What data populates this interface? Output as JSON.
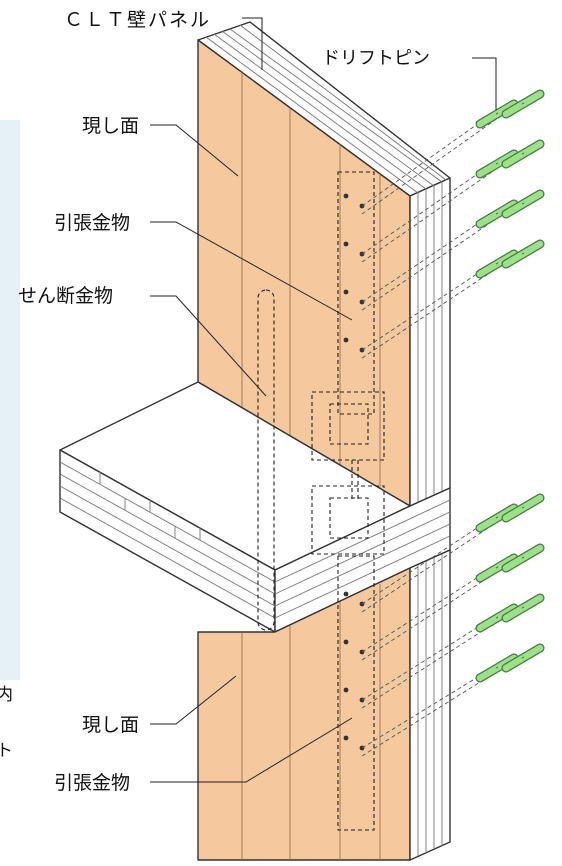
{
  "labels": {
    "panel": "ＣＬＴ壁パネル",
    "pin": "ドリフトピン",
    "face_top": "現し面",
    "tension_top": "引張金物",
    "shear": "せん断金物",
    "face_bottom": "現し面",
    "tension_bottom": "引張金物",
    "edge_fragment_1": "内",
    "edge_fragment_2": "ト"
  },
  "colors": {
    "wood_face": "#F5C89E",
    "line": "#333333",
    "pin_fill": "#9EE08A",
    "pin_stroke": "#3F7F3F",
    "edge_tint": "#E6F1F7"
  },
  "icons": [
    "drift-pin-icon"
  ]
}
